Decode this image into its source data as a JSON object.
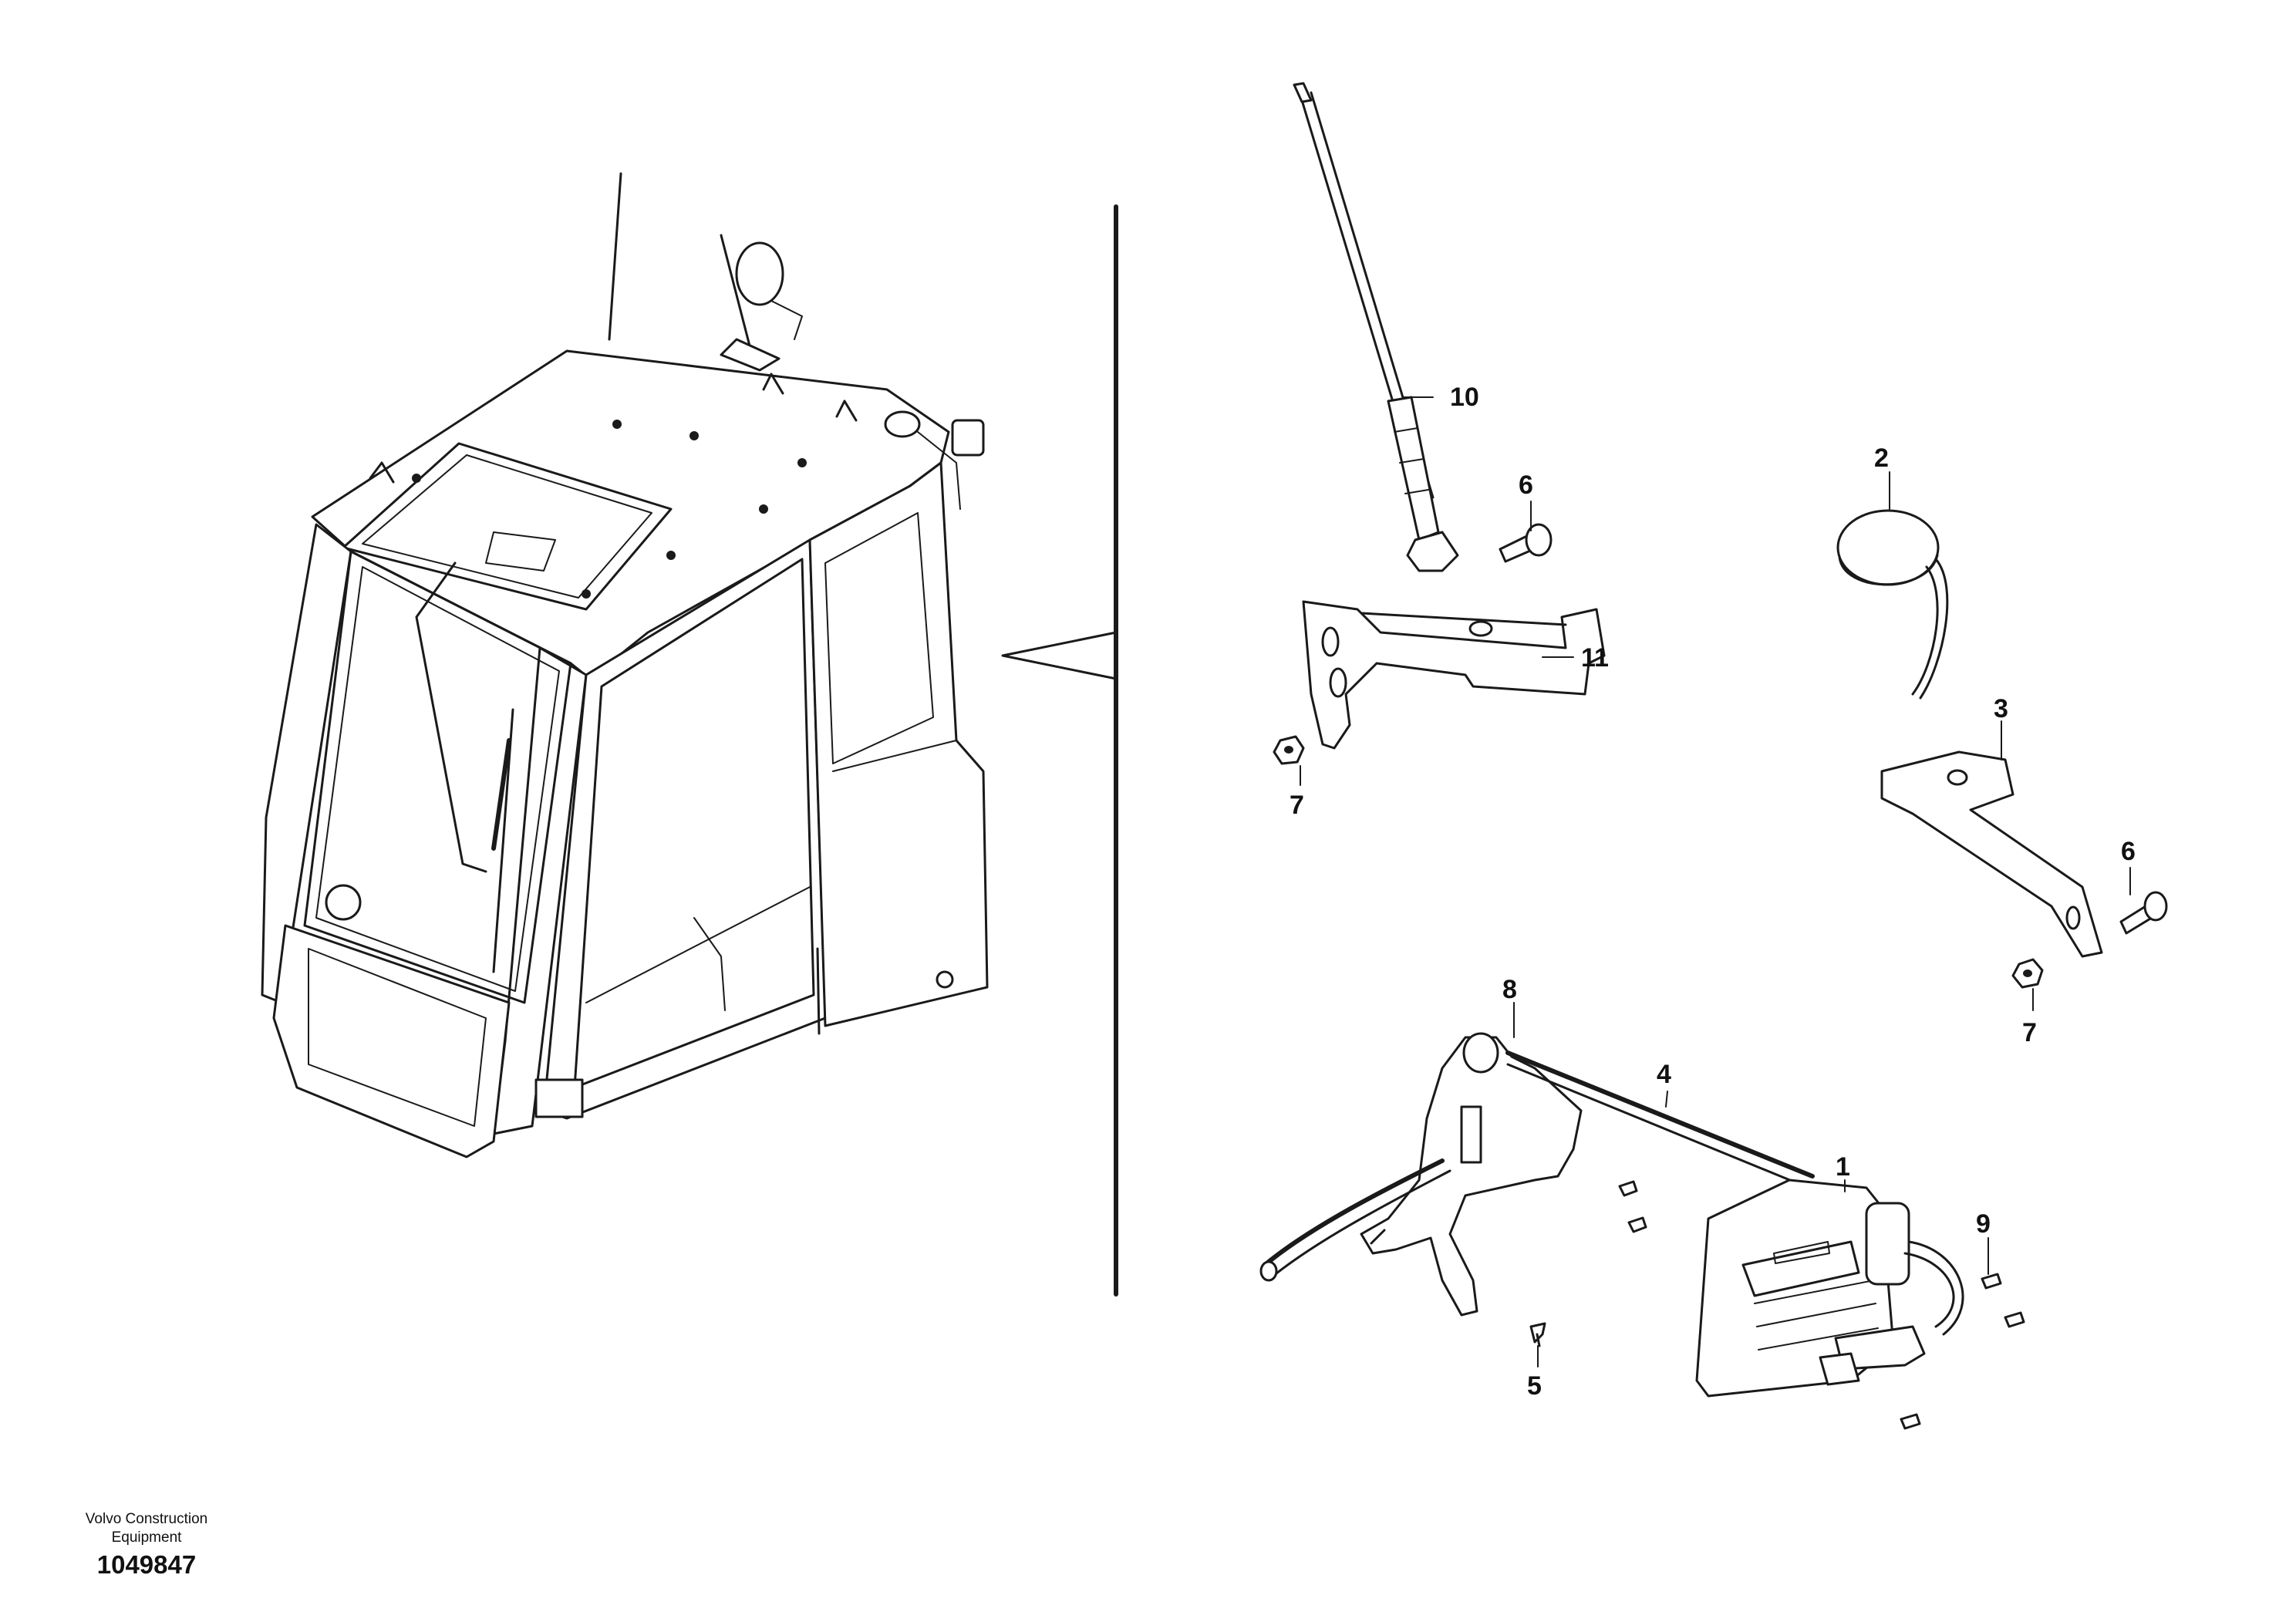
{
  "callouts": {
    "c1": "1",
    "c2": "2",
    "c3": "3",
    "c4": "4",
    "c5": "5",
    "c6a": "6",
    "c6b": "6",
    "c7a": "7",
    "c7b": "7",
    "c8": "8",
    "c9": "9",
    "c10": "10",
    "c11": "11"
  },
  "footer": {
    "brand_line1": "Volvo Construction",
    "brand_line2": "Equipment",
    "document_number": "1049847"
  }
}
